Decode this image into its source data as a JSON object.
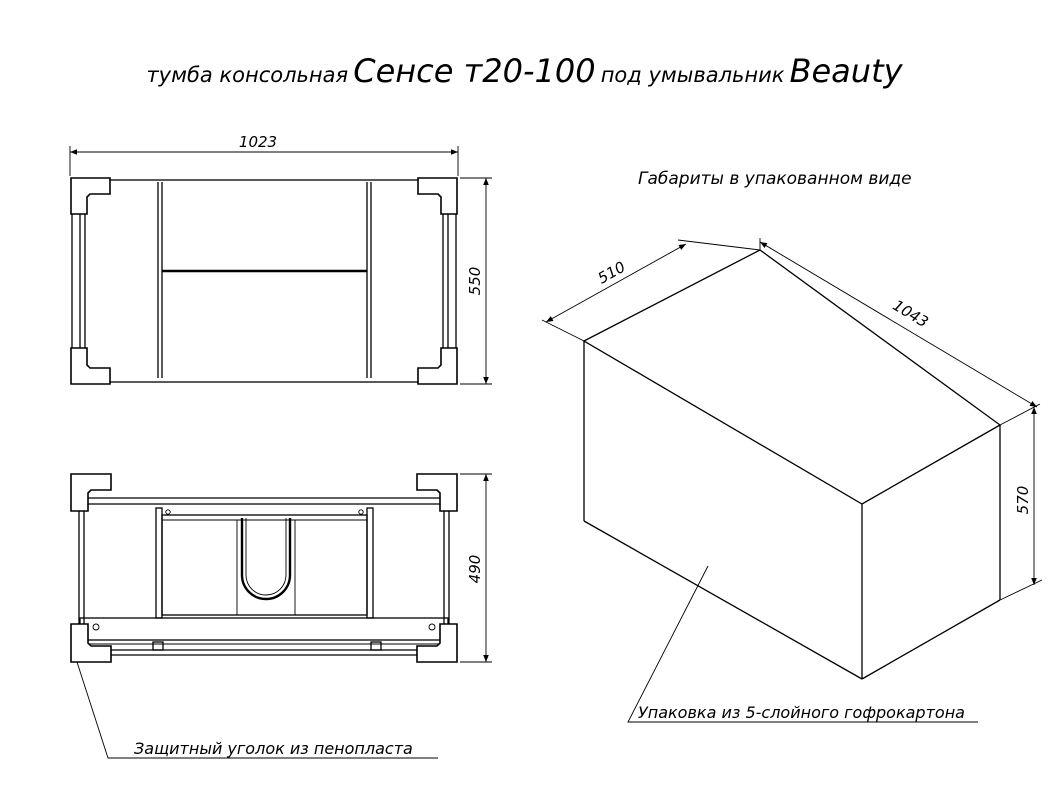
{
  "title": {
    "part1": "тумба консольная",
    "part2": "Сенсе т20-100",
    "part3": "под умывальник",
    "part4": "Beauty"
  },
  "top_view": {
    "width_label": "1023",
    "height_label": "550"
  },
  "front_view": {
    "height_label": "490",
    "callout": "Защитный уголок из пенопласта"
  },
  "package": {
    "heading": "Габариты в упакованном виде",
    "depth_label": "510",
    "length_label": "1043",
    "height_label": "570",
    "callout": "Упаковка из 5-слойного гофрокартона"
  }
}
